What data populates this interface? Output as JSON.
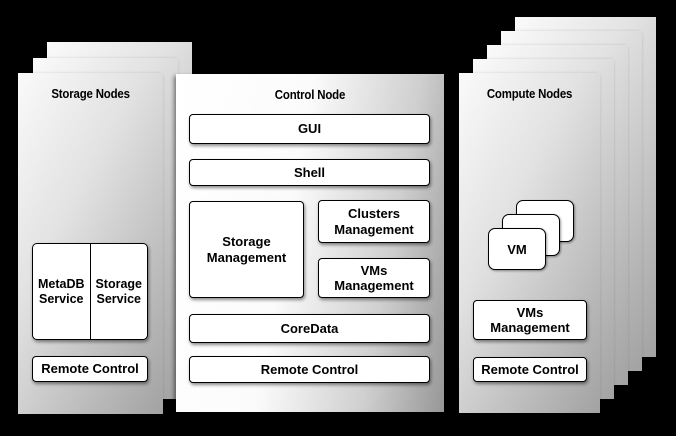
{
  "colors": {
    "background": "#000000",
    "box_fill": "#ffffff",
    "box_border": "#000000",
    "card_gradient_light": "#fafafa",
    "card_gradient_dark": "#a2a2a2"
  },
  "panels": {
    "storage_nodes": {
      "title": "Storage Nodes",
      "stacked_layers": 3,
      "metadb_service": "MetaDB Service",
      "storage_service": "Storage Service",
      "remote_control": "Remote Control"
    },
    "control_node": {
      "title": "Control Node",
      "stacked_layers": 1,
      "gui": "GUI",
      "shell": "Shell",
      "storage_management": "Storage Management",
      "clusters_management": "Clusters Management",
      "vms_management": "VMs Management",
      "coredata": "CoreData",
      "remote_control": "Remote Control"
    },
    "compute_nodes": {
      "title": "Compute Nodes",
      "stacked_layers": 5,
      "vm": "VM",
      "vm_stack_count": 3,
      "vms_management": "VMs Management",
      "remote_control": "Remote Control"
    }
  }
}
